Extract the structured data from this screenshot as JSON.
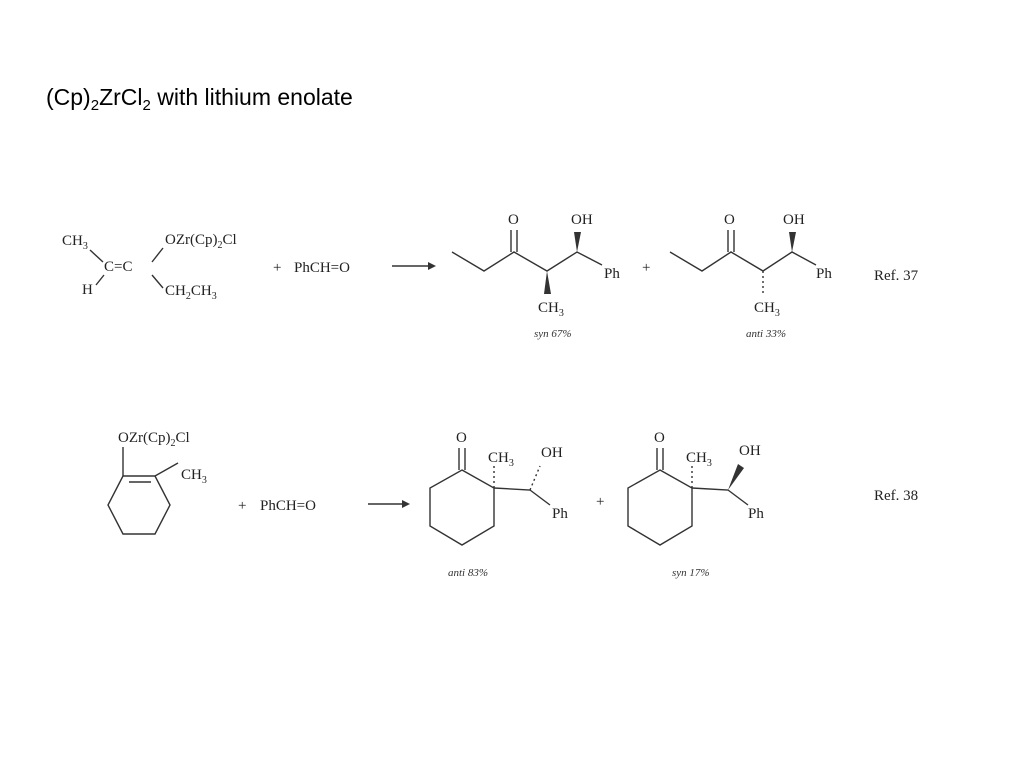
{
  "title": {
    "pre": "(Cp)",
    "sub1": "2",
    "mid": "ZrCl",
    "sub2": "2",
    "post": " with lithium enolate"
  },
  "reaction1": {
    "reactant": {
      "ch3": "CH",
      "ch3_sub": "3",
      "h": "H",
      "cc": "C=C",
      "ozr_a": "OZr(Cp)",
      "ozr_sub": "2",
      "ozr_b": "Cl",
      "ethyl_a": "CH",
      "ethyl_sub1": "2",
      "ethyl_b": "CH",
      "ethyl_sub2": "3"
    },
    "plus": "+",
    "aldehyde": "PhCH=O",
    "arrow": "→",
    "product_a": {
      "o": "O",
      "oh": "OH",
      "ph": "Ph",
      "me": "CH",
      "me_sub": "3",
      "caption": "syn 67%"
    },
    "plus2": "+",
    "product_b": {
      "o": "O",
      "oh": "OH",
      "ph": "Ph",
      "me": "CH",
      "me_sub": "3",
      "caption": "anti 33%"
    },
    "ref": "Ref. 37"
  },
  "reaction2": {
    "reactant": {
      "ozr_a": "OZr(Cp)",
      "ozr_sub": "2",
      "ozr_b": "Cl",
      "me": "CH",
      "me_sub": "3"
    },
    "plus": "+",
    "aldehyde": "PhCH=O",
    "arrow": "→",
    "product_a": {
      "o": "O",
      "me": "CH",
      "me_sub": "3",
      "oh": "OH",
      "ph": "Ph",
      "caption": "anti 83%"
    },
    "plus2": "+",
    "product_b": {
      "o": "O",
      "me": "CH",
      "me_sub": "3",
      "oh": "OH",
      "ph": "Ph",
      "caption": "syn 17%"
    },
    "ref": "Ref. 38"
  }
}
